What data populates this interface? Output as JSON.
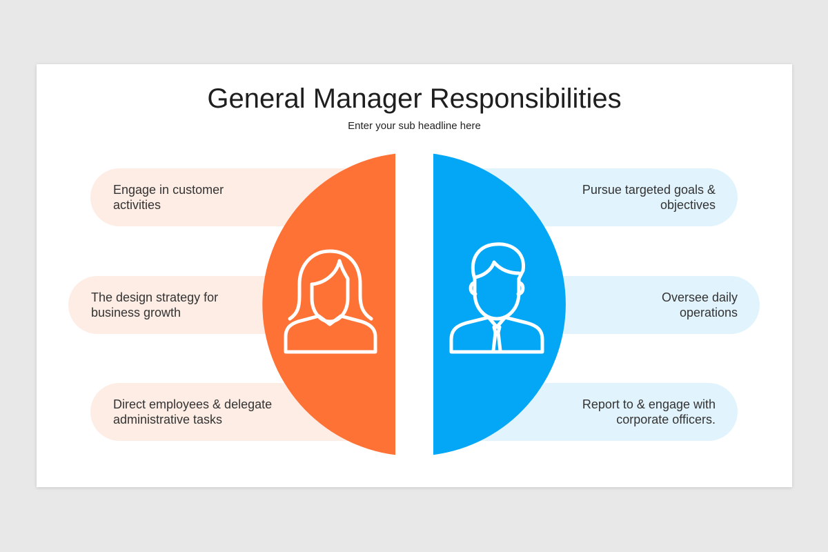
{
  "slide": {
    "title": "General Manager Responsibilities",
    "subtitle": "Enter your sub headline here"
  },
  "left_items": [
    {
      "text": "Engage in customer\nactivities"
    },
    {
      "text": "The design strategy for\nbusiness growth"
    },
    {
      "text": "Direct employees & delegate\nadministrative tasks"
    }
  ],
  "right_items": [
    {
      "text": "Pursue targeted goals &\nobjectives"
    },
    {
      "text": "Oversee daily\noperations"
    },
    {
      "text": "Report to & engage with\ncorporate officers."
    }
  ],
  "icons": {
    "left": "woman-icon",
    "right": "man-icon"
  },
  "colors": {
    "page_bg": "#e9e8e9",
    "slide_bg": "#ffffff",
    "title": "#1e1e1e",
    "text": "#333333",
    "orange": "#fe7235",
    "blue": "#03a7f5",
    "left_pill": "#fdede5",
    "right_pill": "#e1f3fc"
  }
}
